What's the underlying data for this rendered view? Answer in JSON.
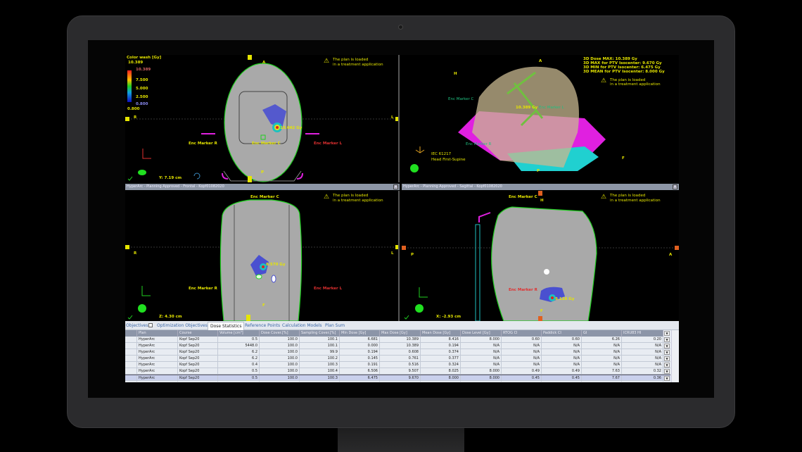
{
  "colors": {
    "accent_yellow": "#e6e600",
    "marker_red": "#e03030",
    "contour_green": "#20d020",
    "dose_blue": "#4a50d0",
    "couch_magenta": "#e020e0",
    "couch_cyan": "#20d0d0",
    "header_gray": "#8c95a8"
  },
  "views": {
    "transverse": {
      "legend_title": "Color wash [Gy]",
      "legend_max": "10.389",
      "legend_top": "10.389",
      "legend_ticks": [
        "7.500",
        "5.000",
        "2.500"
      ],
      "legend_bottom": "0.800",
      "legend_min": "0.800",
      "orient": {
        "top": "A",
        "left": "R",
        "right": "L",
        "bottom": "P"
      },
      "dose_label": "10.042 Gy",
      "markers": {
        "right": "Enc Marker R",
        "center": "Enc Marker C",
        "left": "Enc Marker L"
      },
      "warning": [
        "The plan is loaded",
        "in a treatment application"
      ],
      "position": "Y: 7.19 cm",
      "icons": [
        "warning-icon",
        "orientation-axes-icon",
        "patient-orientation-icon",
        "check-icon",
        "swirl-icon"
      ]
    },
    "model3d": {
      "stats": [
        "3D Dose MAX: 10.389 Gy",
        "3D MAX for PTV Isocenter: 9.670 Gy",
        "3D MIN for PTV Isocenter: 6.475 Gy",
        "3D MEAN for PTV Isocenter: 8.000 Gy"
      ],
      "warning": [
        "The plan is loaded",
        "in a treatment application"
      ],
      "orient": {
        "top": "A",
        "left": "H",
        "right": "F",
        "bottom": "P"
      },
      "markers": {
        "center": "Enc Marker C",
        "right": "Enc Marker R",
        "left": "Enc Marker L"
      },
      "dose_label": "10.389 Gy",
      "coord_system": "IEC 61217",
      "patient_orientation": "Head First-Supine"
    },
    "frontal": {
      "title": "HyperArc  -  Planning Approved - Frontal - Kopf01082020",
      "warning": [
        "The plan is loaded",
        "in a treatment application"
      ],
      "orient": {
        "left": "R",
        "right": "L",
        "bottom": "F"
      },
      "markers": {
        "center": "Enc Marker C",
        "right": "Enc Marker R",
        "left": "Enc Marker L"
      },
      "dose_label": "8.570 Gy",
      "position": "Z: 4.30 cm"
    },
    "sagittal": {
      "title": "HyperArc  -  Planning Approved - Sagittal - Kopf01082020",
      "warning": [
        "The plan is loaded",
        "in a treatment application"
      ],
      "orient": {
        "top": "H",
        "left": "P",
        "right": "A",
        "bottom": "F"
      },
      "markers": {
        "center": "Enc Marker C",
        "right": "Enc Marker R"
      },
      "dose_label": "9.116 Gy",
      "position": "X: -2.93 cm"
    }
  },
  "tabs": [
    {
      "label": "Objectives",
      "active": false
    },
    {
      "label": "Optimization Objectives",
      "active": false
    },
    {
      "label": "Dose Statistics",
      "active": true
    },
    {
      "label": "Reference Points",
      "active": false
    },
    {
      "label": "Calculation Models",
      "active": false
    },
    {
      "label": "Plan Sum",
      "active": false
    }
  ],
  "table": {
    "columns": [
      "",
      "Plan",
      "Course",
      "Volume [cm³]",
      "Dose Cover.[%]",
      "Sampling Cover.[%]",
      "Min Dose [Gy]",
      "Max Dose [Gy]",
      "Mean Dose [Gy]",
      "Dose Level [Gy]",
      "RTOG CI",
      "Paddick CI",
      "GI",
      "ICRU83 HI"
    ],
    "rows": [
      [
        "",
        "HyperArc",
        "Kopf Sep20",
        "0.5",
        "100.0",
        "100.1",
        "6.681",
        "10.389",
        "8.416",
        "8.000",
        "0.60",
        "0.60",
        "6.26",
        "0.20"
      ],
      [
        "",
        "HyperArc",
        "Kopf Sep20",
        "5448.0",
        "100.0",
        "100.1",
        "0.000",
        "10.389",
        "0.194",
        "N/A",
        "N/A",
        "N/A",
        "N/A",
        "N/A"
      ],
      [
        "",
        "HyperArc",
        "Kopf Sep20",
        "6.2",
        "100.0",
        "99.9",
        "0.194",
        "0.608",
        "0.374",
        "N/A",
        "N/A",
        "N/A",
        "N/A",
        "N/A"
      ],
      [
        "",
        "HyperArc",
        "Kopf Sep20",
        "6.2",
        "100.0",
        "100.2",
        "0.145",
        "0.761",
        "0.377",
        "N/A",
        "N/A",
        "N/A",
        "N/A",
        "N/A"
      ],
      [
        "",
        "HyperArc",
        "Kopf Sep20",
        "0.4",
        "100.0",
        "100.3",
        "0.191",
        "0.516",
        "0.324",
        "N/A",
        "N/A",
        "N/A",
        "N/A",
        "N/A"
      ],
      [
        "",
        "HyperArc",
        "Kopf Sep20",
        "0.5",
        "100.0",
        "100.4",
        "6.506",
        "9.507",
        "8.025",
        "8.000",
        "0.49",
        "0.49",
        "7.63",
        "0.32"
      ],
      [
        "",
        "HyperArc",
        "Kopf Sep20",
        "0.5",
        "100.0",
        "100.3",
        "6.475",
        "9.670",
        "8.000",
        "8.000",
        "0.45",
        "0.45",
        "7.67",
        "0.36"
      ]
    ],
    "selected_row": 6
  }
}
